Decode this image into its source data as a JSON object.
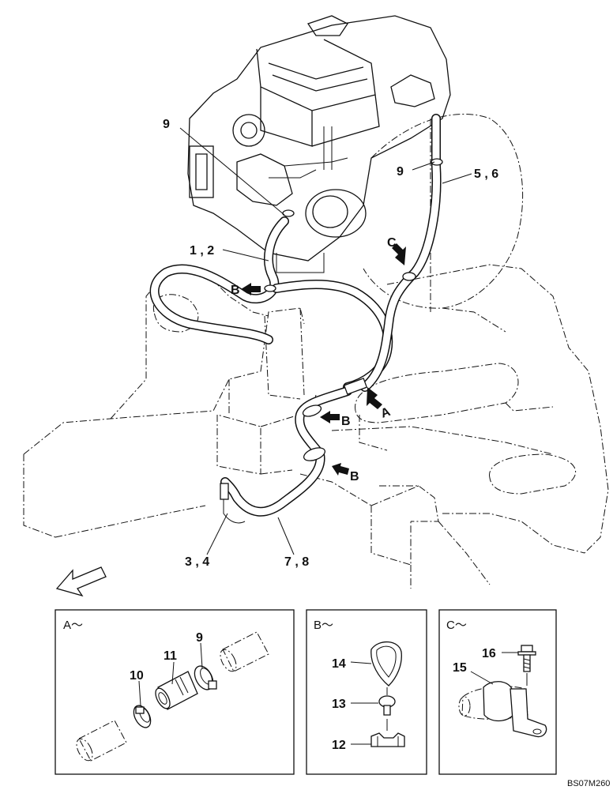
{
  "labels": {
    "main": {
      "l9a": "9",
      "l9b": "9",
      "l56": "5 , 6",
      "l12": "1 , 2",
      "lB1": "B",
      "lC": "C",
      "lA": "A",
      "lB2": "B",
      "lB3": "B",
      "l34": "3 , 4",
      "l78": "7 , 8"
    },
    "detail_a": {
      "title": "A～",
      "p10": "10",
      "p11": "11",
      "p9": "9"
    },
    "detail_b": {
      "title": "B～",
      "p14": "14",
      "p13": "13",
      "p12": "12"
    },
    "detail_c": {
      "title": "C～",
      "p16": "16",
      "p15": "15"
    }
  },
  "drawing_code": "BS07M260"
}
